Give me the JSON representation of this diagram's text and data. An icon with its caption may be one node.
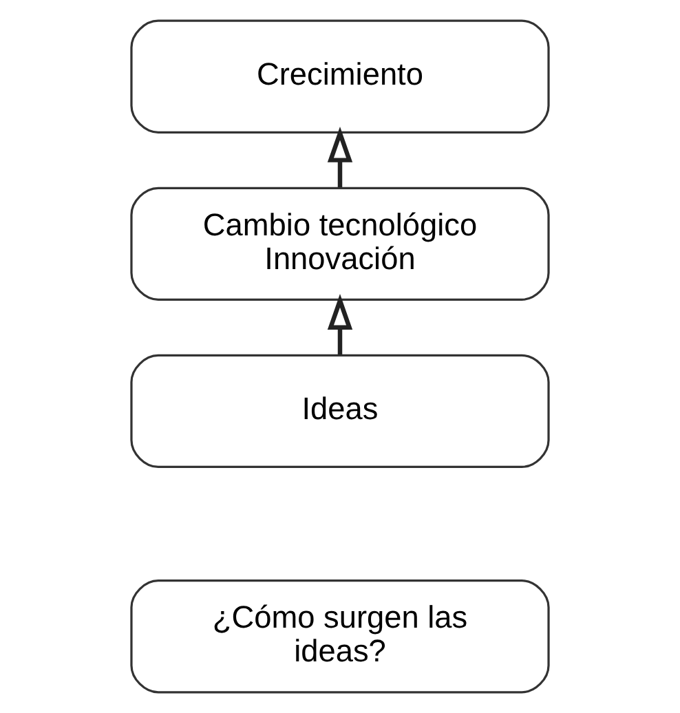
{
  "diagram": {
    "nodes": [
      {
        "text": [
          "Crecimiento"
        ]
      },
      {
        "text": [
          "Cambio tecnológico Innovación"
        ]
      },
      {
        "text": [
          "Ideas"
        ]
      },
      {
        "text": [
          "¿Cómo surgen las ideas?"
        ]
      }
    ],
    "edges": [
      {
        "from": 2,
        "to": 1,
        "arrow": "to"
      },
      {
        "from": 1,
        "to": 0,
        "arrow": "to"
      }
    ]
  }
}
